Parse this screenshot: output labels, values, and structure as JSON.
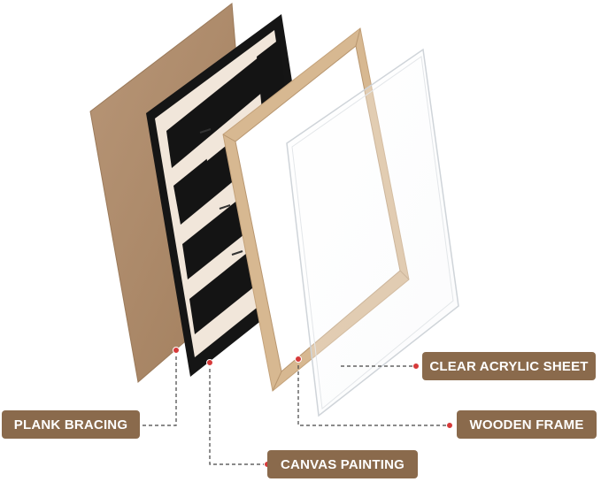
{
  "colors": {
    "pill": "#8a6a4c",
    "plank": "#b08d6c",
    "frame": "#d7b891",
    "poster_bg": "#f1e6da",
    "poster_ink": "#141414",
    "marker": "#d63a3a",
    "leader": "#444444"
  },
  "labels": {
    "clear_acrylic_sheet": "CLEAR ACRYLIC SHEET",
    "wooden_frame": "WOODEN FRAME",
    "plank_bracing": "PLANK BRACING",
    "canvas_painting": "CANVAS PAINTING"
  }
}
